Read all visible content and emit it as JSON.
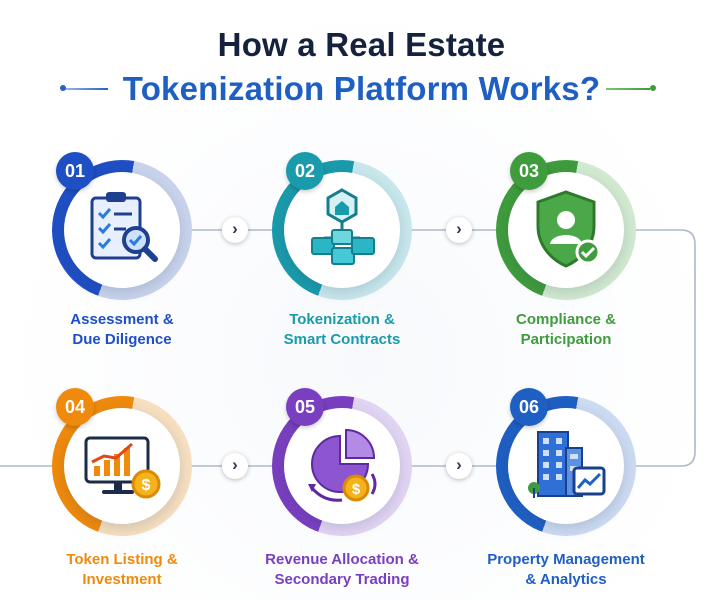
{
  "title": {
    "line1": "How a Real Estate",
    "line2": "Tokenization Platform Works?"
  },
  "colors": {
    "title_dark": "#14223d",
    "title_blue": "#1f5fc4",
    "connector": "#aeb8c8"
  },
  "steps": [
    {
      "number": "01",
      "line1": "Assessment &",
      "line2": "Due Diligence",
      "color": "#1f4fc4",
      "icon": "checklist-magnifier-icon"
    },
    {
      "number": "02",
      "line1": "Tokenization &",
      "line2": "Smart Contracts",
      "color": "#1a9bab",
      "icon": "blockchain-house-icon"
    },
    {
      "number": "03",
      "line1": "Compliance &",
      "line2": "Participation",
      "color": "#3f9c3c",
      "icon": "shield-user-icon"
    },
    {
      "number": "04",
      "line1": "Token Listing &",
      "line2": "Investment",
      "color": "#f08a0c",
      "icon": "monitor-chart-coin-icon"
    },
    {
      "number": "05",
      "line1": "Revenue Allocation &",
      "line2": "Secondary Trading",
      "color": "#7a3fc0",
      "icon": "pie-chart-coin-icon"
    },
    {
      "number": "06",
      "line1": "Property Management",
      "line2": "& Analytics",
      "color": "#1f5fc4",
      "icon": "building-analytics-icon"
    }
  ],
  "arrows": [
    "chevron-right-icon",
    "chevron-right-icon",
    "chevron-right-icon",
    "chevron-right-icon"
  ]
}
